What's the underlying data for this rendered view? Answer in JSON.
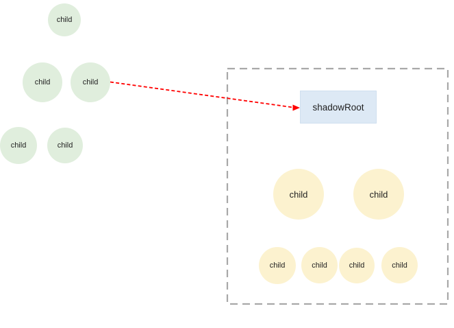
{
  "background": "#ffffff",
  "colors": {
    "light_node_fill": "#e0eedd",
    "shadow_node_fill": "#fcf2cf",
    "shadow_root_fill": "#dde9f5",
    "boundary_stroke": "#a8a8a8",
    "arrow_color": "#ff0000",
    "text_color": "#1f1f1f"
  },
  "light_tree": {
    "nodes": [
      {
        "label": "child"
      },
      {
        "label": "child"
      },
      {
        "label": "child"
      },
      {
        "label": "child"
      },
      {
        "label": "child"
      }
    ]
  },
  "shadow_root": {
    "label": "shadowRoot"
  },
  "shadow_tree": {
    "large_nodes": [
      {
        "label": "child"
      },
      {
        "label": "child"
      }
    ],
    "small_nodes": [
      {
        "label": "child"
      },
      {
        "label": "child"
      },
      {
        "label": "child"
      },
      {
        "label": "child"
      }
    ]
  }
}
